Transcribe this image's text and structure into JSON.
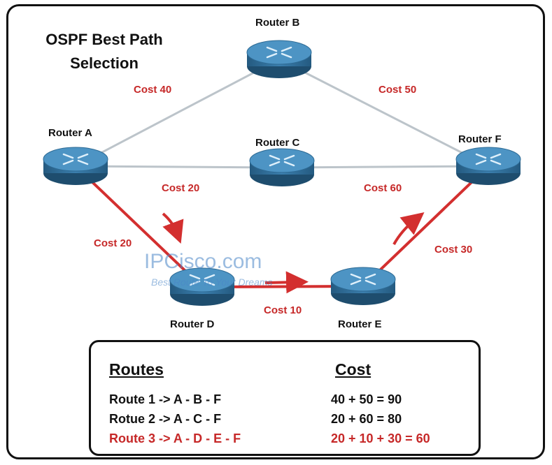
{
  "title": "OSPF Best Path Selection",
  "routers": [
    {
      "id": "A",
      "label": "Router A"
    },
    {
      "id": "B",
      "label": "Router B"
    },
    {
      "id": "C",
      "label": "Router C"
    },
    {
      "id": "D",
      "label": "Router D"
    },
    {
      "id": "E",
      "label": "Router E"
    },
    {
      "id": "F",
      "label": "Router F"
    }
  ],
  "links": [
    {
      "from": "A",
      "to": "B",
      "cost_label": "Cost 40",
      "best_path": false
    },
    {
      "from": "B",
      "to": "F",
      "cost_label": "Cost 50",
      "best_path": false
    },
    {
      "from": "A",
      "to": "C",
      "cost_label": "Cost 20",
      "best_path": false
    },
    {
      "from": "C",
      "to": "F",
      "cost_label": "Cost 60",
      "best_path": false
    },
    {
      "from": "A",
      "to": "D",
      "cost_label": "Cost 20",
      "best_path": true
    },
    {
      "from": "D",
      "to": "E",
      "cost_label": "Cost 10",
      "best_path": true
    },
    {
      "from": "E",
      "to": "F",
      "cost_label": "Cost 30",
      "best_path": true
    }
  ],
  "watermark": {
    "brand": "IPCisco.com",
    "tagline": "Best Route To Your Dreams"
  },
  "routes_table": {
    "headers": {
      "route": "Routes",
      "cost": "Cost"
    },
    "rows": [
      {
        "route": "Route 1 -> A - B - F",
        "cost": "40 + 50 = 90",
        "highlight": false
      },
      {
        "route": "Rotue 2 -> A - C - F",
        "cost": "20 + 60 = 80",
        "highlight": false
      },
      {
        "route": "Route 3 -> A - D - E - F",
        "cost": "20 + 10 + 30 = 60",
        "highlight": true
      }
    ]
  },
  "colors": {
    "best_path": "#d32f2f",
    "normal_link": "#bcc4ca",
    "router_body": "#2f6f99",
    "router_top": "#4d94c4",
    "text_highlight": "#c62828"
  }
}
